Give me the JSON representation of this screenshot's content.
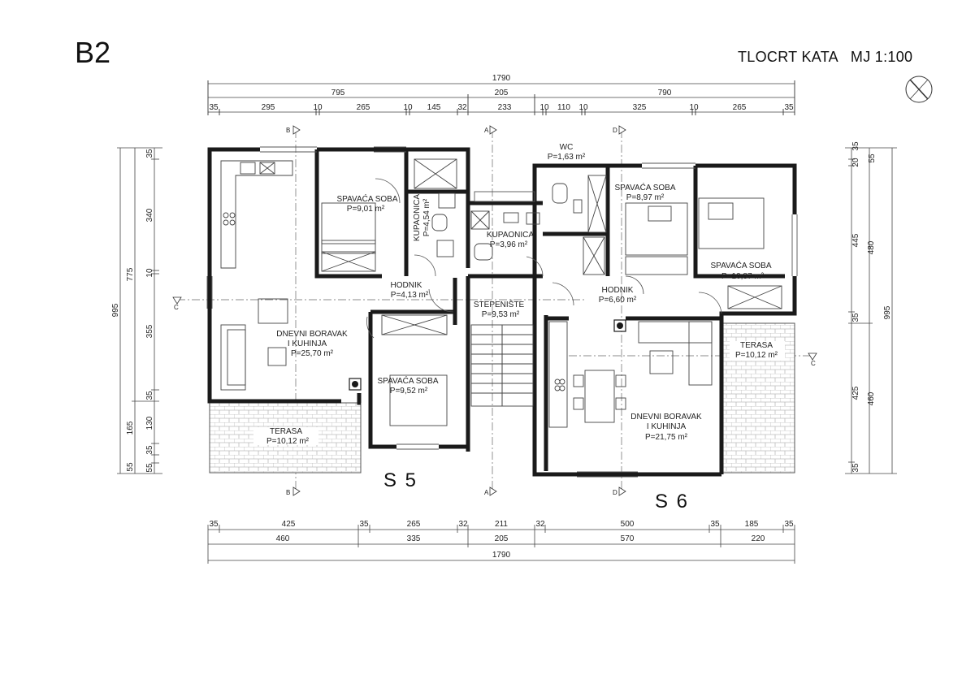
{
  "header": {
    "building": "B2",
    "title": "TLOCRT KATA   MJ 1:100"
  },
  "units": [
    "S 5",
    "S 6"
  ],
  "section_marks": {
    "a": "A",
    "b": "B",
    "c": "C",
    "d": "D"
  },
  "rooms": {
    "kitchen_living_s5": {
      "name": "DNEVNI BORAVAK",
      "name2": "I KUHINJA",
      "area": "P=25,70 m²"
    },
    "bedroom1_s5": {
      "name": "SPAVAĆA SOBA",
      "area": "P=9,01 m²"
    },
    "bath_s5": {
      "name": "KUPAONICA",
      "area": "P=4,54 m²"
    },
    "hall_s5": {
      "name": "HODNIK",
      "area": "P=4,13 m²"
    },
    "bedroom2_s5": {
      "name": "SPAVAĆA SOBA",
      "area": "P=9,52 m²"
    },
    "terrace_s5": {
      "name": "TERASA",
      "area": "P=10,12 m²"
    },
    "stairs": {
      "name": "STEPENIŠTE",
      "area": "P=9,53 m²"
    },
    "bath_s6": {
      "name": "KUPAONICA",
      "area": "P=3,96 m²"
    },
    "wc_s6": {
      "name": "WC",
      "area": "P=1,63 m²"
    },
    "bedroom1_s6": {
      "name": "SPAVAĆA SOBA",
      "area": "P=8,97 m²"
    },
    "bedroom2_s6": {
      "name": "SPAVAĆA SOBA",
      "area": "P=10,87 m²"
    },
    "hall_s6": {
      "name": "HODNIK",
      "area": "P=6,60 m²"
    },
    "kitchen_living_s6": {
      "name": "DNEVNI BORAVAK",
      "name2": "I KUHINJA",
      "area": "P=21,75 m²"
    },
    "terrace_s6": {
      "name": "TERASA",
      "area": "P=10,12 m²"
    }
  },
  "dimensions": {
    "top_total": "1790",
    "top_mid": [
      "795",
      "205",
      "790"
    ],
    "top_detail": [
      "35",
      "295",
      "10",
      "265",
      "10",
      "145",
      "32",
      "233",
      "10",
      "110",
      "10",
      "325",
      "10",
      "265",
      "35"
    ],
    "bottom_detail": [
      "35",
      "425",
      "35",
      "265",
      "32",
      "211",
      "32",
      "500",
      "35",
      "185",
      "35"
    ],
    "bottom_mid": [
      "460",
      "335",
      "205",
      "570",
      "220"
    ],
    "bottom_total": "1790",
    "left_total": "995",
    "left_mid": "775",
    "left_detail": [
      "35",
      "340",
      "10",
      "355",
      "35",
      "130",
      "165",
      "35",
      "55",
      "55"
    ],
    "right_total": "995",
    "right_mid": [
      "480",
      "460"
    ],
    "right_detail": [
      "35",
      "20",
      "55",
      "445",
      "35",
      "425",
      "35"
    ]
  }
}
